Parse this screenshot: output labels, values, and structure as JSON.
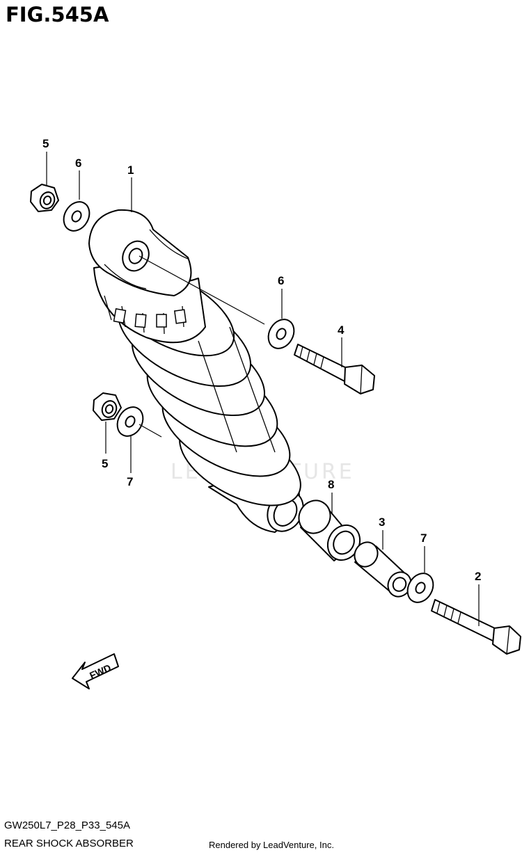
{
  "figure": {
    "title": "FIG.545A",
    "code": "GW250L7_P28_P33_545A",
    "name": "REAR SHOCK ABSORBER",
    "rendered_by": "Rendered by LeadVenture, Inc.",
    "watermark": "LEADVENTURE",
    "direction_label": "FWD"
  },
  "callouts": [
    {
      "id": "callout-1",
      "number": "1"
    },
    {
      "id": "callout-2",
      "number": "2"
    },
    {
      "id": "callout-3",
      "number": "3"
    },
    {
      "id": "callout-4",
      "number": "4"
    },
    {
      "id": "callout-5-top",
      "number": "5"
    },
    {
      "id": "callout-5-bottom",
      "number": "5"
    },
    {
      "id": "callout-6-top",
      "number": "6"
    },
    {
      "id": "callout-6-right",
      "number": "6"
    },
    {
      "id": "callout-7-left",
      "number": "7"
    },
    {
      "id": "callout-7-right",
      "number": "7"
    },
    {
      "id": "callout-8",
      "number": "8"
    }
  ]
}
